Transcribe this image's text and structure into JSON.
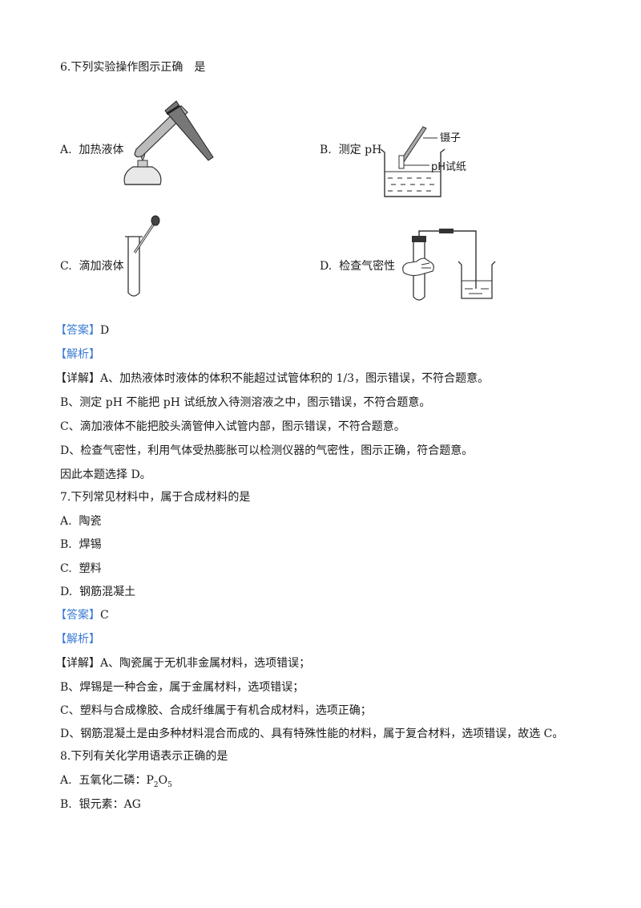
{
  "q6": {
    "stem": "6.下列实验操作图示正确　是",
    "options": [
      {
        "label": "A.",
        "text": "加热液体"
      },
      {
        "label": "B.",
        "text": "测定 pH"
      },
      {
        "label": "C.",
        "text": "滴加液体"
      },
      {
        "label": "D.",
        "text": "检查气密性"
      }
    ],
    "fig_b_labels": {
      "tweezers": "镊子",
      "paper": "pH试纸"
    },
    "answer_tag": "【答案】",
    "answer": "D",
    "analysis_tag": "【解析】",
    "detail_tag": "【详解】",
    "detail_lines": [
      "A、加热液体时液体的体积不能超过试管体积的 1/3，图示错误，不符合题意。",
      "B、测定 pH 不能把 pH 试纸放入待测溶液之中，图示错误，不符合题意。",
      "C、滴加液体不能把胶头滴管伸入试管内部，图示错误，不符合题意。",
      "D、检查气密性，利用气体受热膨胀可以检测仪器的气密性，图示正确，符合题意。",
      "因此本题选择 D。"
    ]
  },
  "q7": {
    "stem": "7.下列常见材料中，属于合成材料的是",
    "options": [
      {
        "label": "A.",
        "text": "陶瓷"
      },
      {
        "label": "B.",
        "text": "焊锡"
      },
      {
        "label": "C.",
        "text": "塑料"
      },
      {
        "label": "D.",
        "text": "钢筋混凝土"
      }
    ],
    "answer_tag": "【答案】",
    "answer": "C",
    "analysis_tag": "【解析】",
    "detail_tag": "【详解】",
    "detail_lines": [
      "A、陶瓷属于无机非金属材料，选项错误；",
      "B、焊锡是一种合金，属于金属材料，选项错误；",
      "C、塑料与合成橡胶、合成纤维属于有机合成材料，选项正确；",
      "D、钢筋混凝土是由多种材料混合而成的、具有特殊性能的材料，属于复合材料，选项错误，故选 C。"
    ]
  },
  "q8": {
    "stem": "8.下列有关化学用语表示正确的是",
    "options": [
      {
        "label": "A.",
        "text_before": "五氧化二磷：P",
        "sub1": "2",
        "mid": "O",
        "sub2": "5"
      },
      {
        "label": "B.",
        "text": "银元素：AG"
      }
    ]
  }
}
